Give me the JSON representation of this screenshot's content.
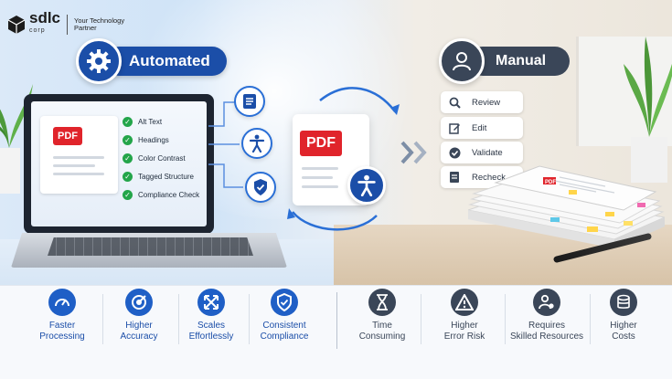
{
  "brand": {
    "name": "sdlc",
    "sub": "corp",
    "tagline": "Your Technology Partner"
  },
  "automated": {
    "label": "Automated",
    "icon": "gear-icon"
  },
  "manual": {
    "label": "Manual",
    "icon": "user-icon"
  },
  "laptop": {
    "pdf_badge": "PDF",
    "checks": [
      "Alt Text",
      "Headings",
      "Color Contrast",
      "Tagged Structure",
      "Compliance Check"
    ]
  },
  "center_doc": {
    "pdf_badge": "PDF"
  },
  "manual_steps": [
    {
      "label": "Review",
      "icon": "magnifier-icon"
    },
    {
      "label": "Edit",
      "icon": "pencil-icon"
    },
    {
      "label": "Validate",
      "icon": "check-icon"
    },
    {
      "label": "Recheck",
      "icon": "document-icon"
    }
  ],
  "stack_badge": "PDF",
  "benefits_automated": [
    {
      "line1": "Faster",
      "line2": "Processing",
      "icon": "speedometer-icon"
    },
    {
      "line1": "Higher",
      "line2": "Accuracy",
      "icon": "target-icon"
    },
    {
      "line1": "Scales",
      "line2": "Effortlessly",
      "icon": "expand-icon"
    },
    {
      "line1": "Consistent",
      "line2": "Compliance",
      "icon": "shield-check-icon"
    }
  ],
  "benefits_manual": [
    {
      "line1": "Time",
      "line2": "Consuming",
      "icon": "hourglass-icon"
    },
    {
      "line1": "Higher",
      "line2": "Error Risk",
      "icon": "warning-icon"
    },
    {
      "line1": "Requires",
      "line2": "Skilled Resources",
      "icon": "people-gear-icon"
    },
    {
      "line1": "Higher",
      "line2": "Costs",
      "icon": "coins-icon"
    }
  ],
  "colors": {
    "automated": "#1b4ea8",
    "manual": "#3a4658",
    "check": "#23a54a",
    "pdf": "#e0242b"
  }
}
